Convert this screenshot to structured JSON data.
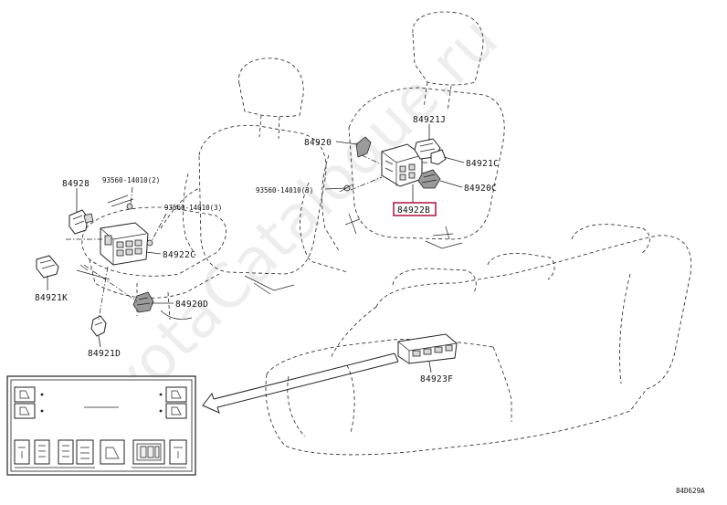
{
  "watermark": "ToyotaCatalogue.ru",
  "figure_code": "84D629A",
  "parts": {
    "p84920": "84920",
    "p84921J": "84921J",
    "p84921C": "84921C",
    "p84920C": "84920C",
    "p84922B": "84922B",
    "p93560_mid": "93560-14010(3)",
    "p84928": "84928",
    "p93560_left_top": "93560-14010(2)",
    "p93560_left_bot": "93560-14010(3)",
    "p84922C": "84922C",
    "p84921K": "84921K",
    "p84920D": "84920D",
    "p84921D": "84921D",
    "p84923F": "84923F"
  },
  "highlight_color": "#b0204a",
  "panel": {
    "center_text": "",
    "left_caption": "",
    "right_caption": ""
  }
}
